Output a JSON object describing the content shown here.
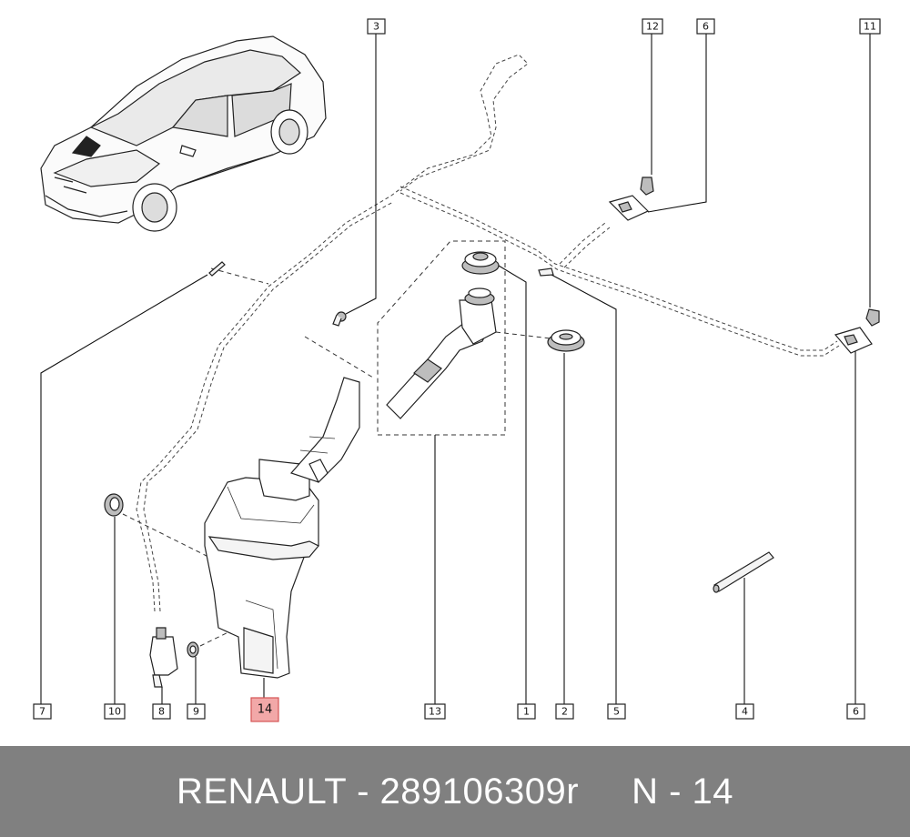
{
  "callouts": {
    "c3": "3",
    "c12": "12",
    "c6a": "6",
    "c11": "11",
    "c7": "7",
    "c10": "10",
    "c8": "8",
    "c9": "9",
    "c14": "14",
    "c13": "13",
    "c1": "1",
    "c2": "2",
    "c5": "5",
    "c4": "4",
    "c6b": "6"
  },
  "footer": {
    "text": "RENAULT - 289106309r     N - 14"
  },
  "colors": {
    "highlight_fill": "#f2a8a8",
    "highlight_stroke": "#d55555",
    "footer_bg": "#808080"
  }
}
